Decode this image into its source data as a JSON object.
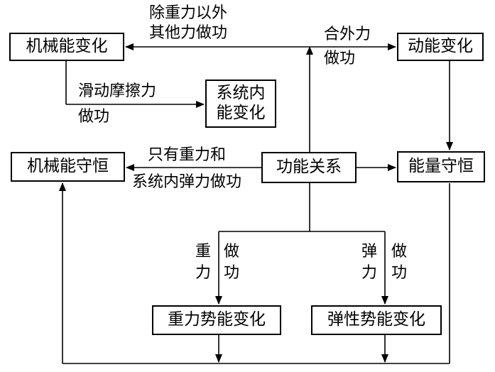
{
  "boxes": {
    "mechanical_change": "机械能变化",
    "kinetic_change": "动能变化",
    "internal_change_line1": "系统内",
    "internal_change_line2": "能变化",
    "mechanical_conservation": "机械能守恒",
    "work_energy_relation": "功能关系",
    "energy_conservation": "能量守恒",
    "gravity_pe_change": "重力势能变化",
    "elastic_pe_change": "弹性势能变化"
  },
  "labels": {
    "non_gravity_line1": "除重力以外",
    "non_gravity_line2": "其他力做功",
    "net_force_line1": "合外力",
    "net_force_line2": "做功",
    "friction_line1": "滑动摩擦力",
    "friction_line2": "做功",
    "only_gravity_line1": "只有重力和",
    "only_gravity_line2": "系统内弹力做功",
    "gravity_force": "重力",
    "gravity_work": "做功",
    "elastic_force": "弹力",
    "elastic_work": "做功"
  }
}
